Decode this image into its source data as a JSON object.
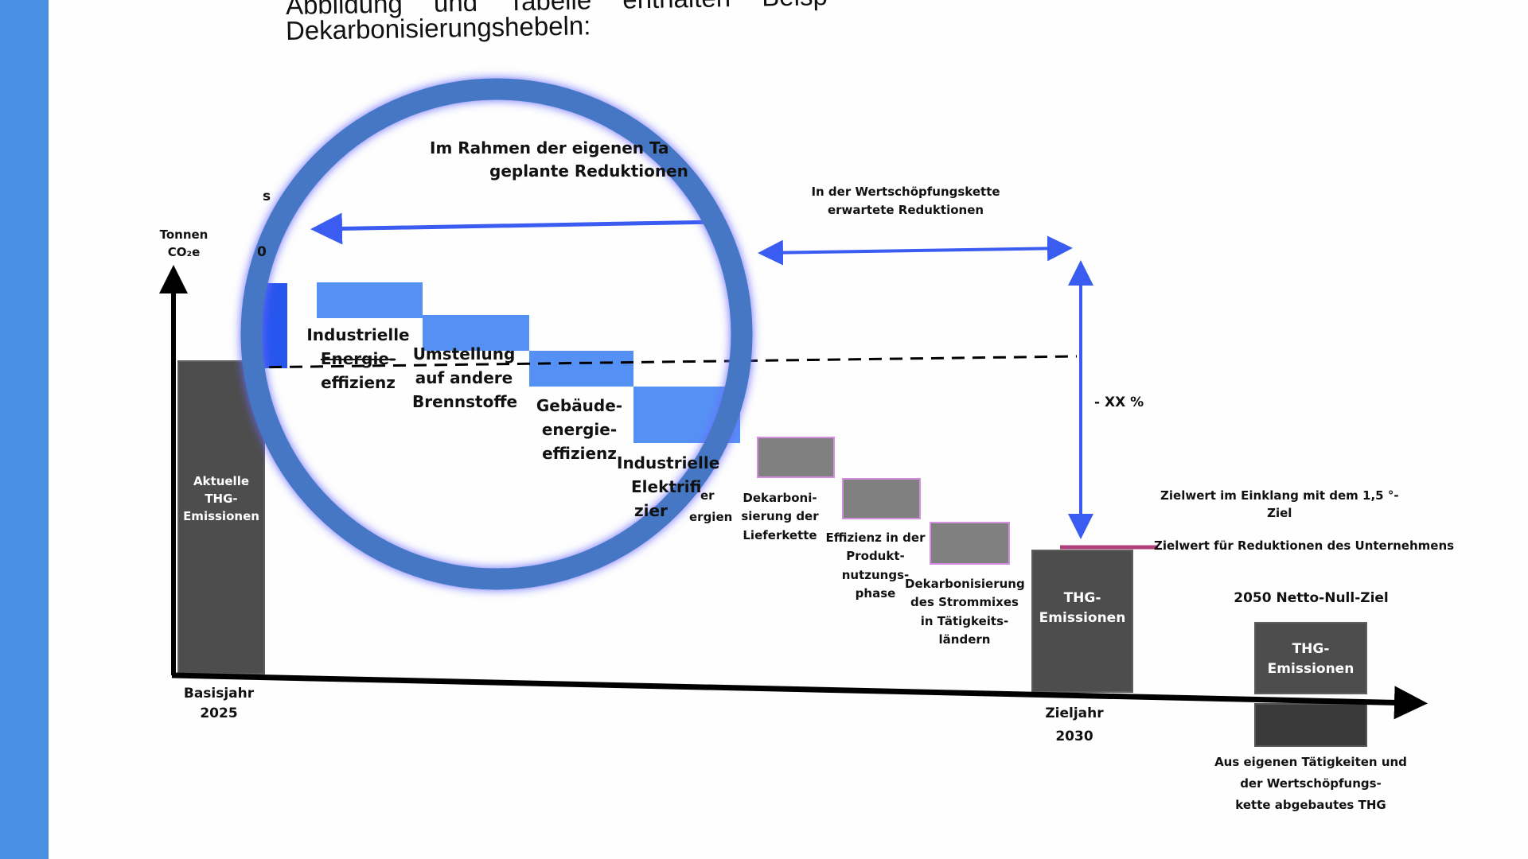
{
  "document": {
    "intro_line1": "Abbildung und Tabelle enthalten Beisp",
    "intro_line2": "Dekarbonisierungshebeln:"
  },
  "diagram": {
    "y_axis_label_line1": "Tonnen",
    "y_axis_label_line2": "CO₂e",
    "own_reductions_line1": "Im Rahmen der eigenen Ta",
    "own_reductions_line2": "geplante Reduktionen",
    "value_chain_line1": "In der Wertschöpfungskette",
    "value_chain_line2": "erwartete Reduktionen",
    "reduction_percent": "- XX %",
    "fragment_top": "s",
    "fragment_zero": "0",
    "base_bar": {
      "line1": "Aktuelle",
      "line2": "THG-",
      "line3": "Emissionen"
    },
    "base_year": {
      "line1": "Basisjahr",
      "line2": "2025"
    },
    "levers": [
      {
        "line1": "Industrielle",
        "line2": "Energie-",
        "line3": "effizienz"
      },
      {
        "line1": "Umstellung",
        "line2": "auf andere",
        "line3": "Brennstoffe"
      },
      {
        "line1": "Gebäude-",
        "line2": "energie-",
        "line3": "effizienz"
      },
      {
        "line1": "Industrielle",
        "line2": "Elektrifi",
        "line3": "zier"
      },
      {
        "line1": "Dekarboni-",
        "line2": "sierung der",
        "line3": "Lieferkette"
      },
      {
        "line1": "Effizienz in der",
        "line2": "Produkt-",
        "line3": "nutzungs-",
        "line4": "phase"
      },
      {
        "line1": "Dekarbonisierung",
        "line2": "des Strommixes",
        "line3": "in Tätigkeits-",
        "line4": "ländern"
      }
    ],
    "lever_fragment_er": "er",
    "lever_fragment_ergien": "ergien",
    "target_bar": {
      "line1": "THG-",
      "line2": "Emissionen"
    },
    "target_year": {
      "line1": "Zieljahr",
      "line2": "2030"
    },
    "target_15": "Zielwert im Einklang mit dem 1,5 °-",
    "target_15_cut": "Ziel",
    "target_company": "Zielwert für Reduktionen des Unternehmens",
    "netzero_title": "2050 Netto-Null-Ziel",
    "netzero_bar": {
      "line1": "THG-",
      "line2": "Emissionen"
    },
    "removed": {
      "line1": "Aus eigenen Tätigkeiten und",
      "line2": "der Wertschöpfungs-",
      "line3": "kette abgebautes THG"
    }
  },
  "colors": {
    "sidebar": "#4a90e2",
    "ring": "#4677c4",
    "lever_blue": "#5591f5",
    "arrow": "#3a5cf0",
    "target_line": "#b0407a"
  }
}
